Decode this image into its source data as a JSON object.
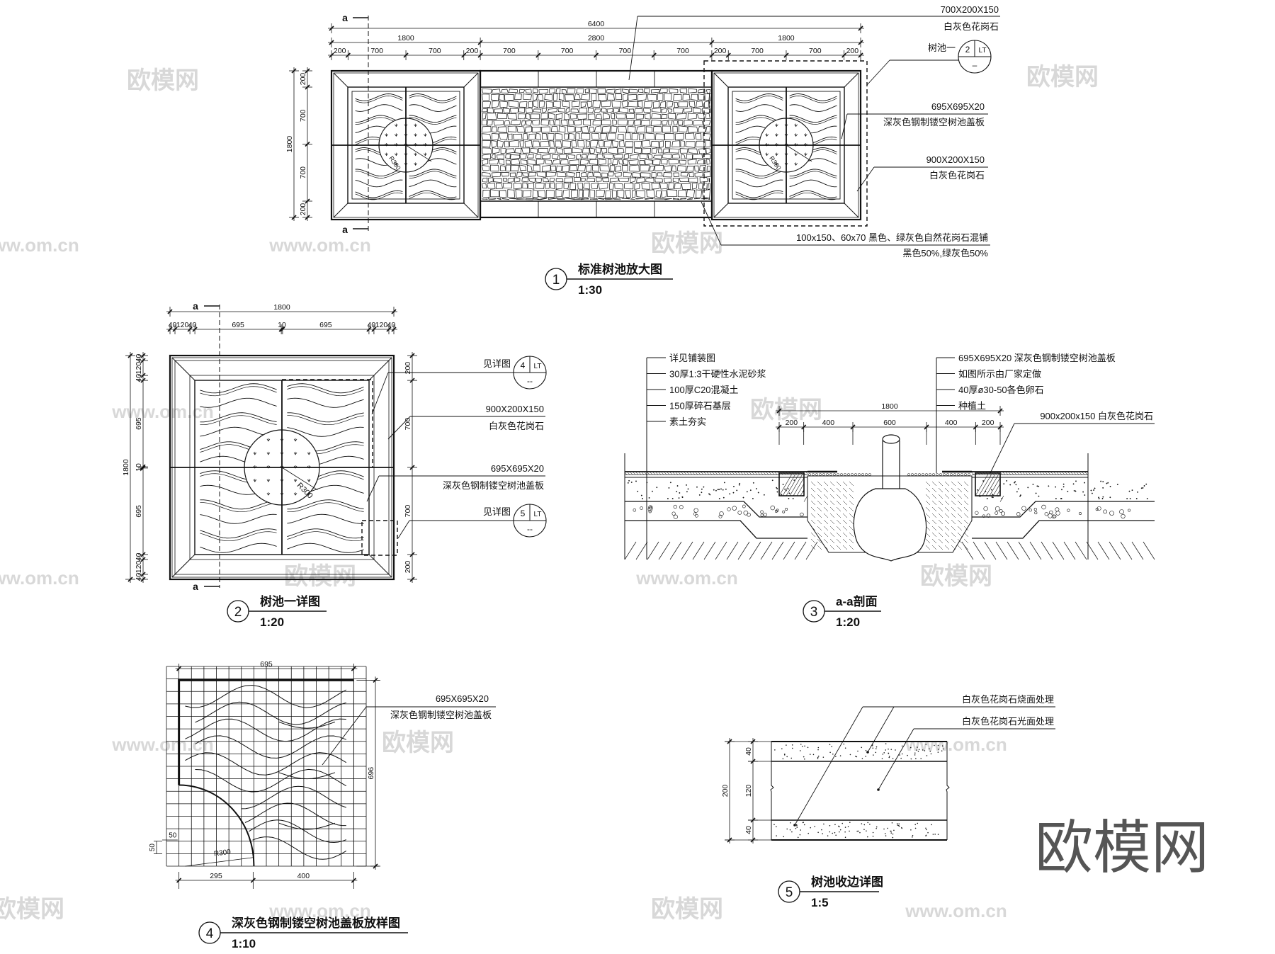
{
  "drawing_1": {
    "number": "1",
    "title": "标准树池放大图",
    "scale": "1:30",
    "section_mark": "a",
    "radius": "R300",
    "dims": {
      "overall": "6400",
      "mid": [
        "1800",
        "2800",
        "1800"
      ],
      "detail": [
        "200",
        "700",
        "700",
        "200",
        "700",
        "700",
        "700",
        "700",
        "200",
        "700",
        "700",
        "200"
      ],
      "left_overall": "1800",
      "left": [
        "200",
        "700",
        "700",
        "200"
      ]
    },
    "callouts": {
      "granite_top": {
        "size": "700X200X150",
        "material": "白灰色花岗石"
      },
      "ref": {
        "label": "树池一",
        "num": "2",
        "sheet": "LT",
        "sub": "–"
      },
      "cover": {
        "size": "695X695X20",
        "material": "深灰色钢制镂空树池盖板"
      },
      "granite_side": {
        "size": "900X200X150",
        "material": "白灰色花岗石"
      },
      "paving": {
        "line1": "100x150、60x70 黑色、绿灰色自然花岗石混铺",
        "line2": "黑色50%,绿灰色50%"
      }
    }
  },
  "drawing_2": {
    "number": "2",
    "title": "树池一详图",
    "scale": "1:20",
    "section_mark": "a",
    "radius": "R300",
    "dims": {
      "overall": "1800",
      "top": [
        "40",
        "120",
        "40",
        "695",
        "10",
        "695",
        "40",
        "120",
        "40"
      ],
      "left_overall": "1800",
      "left": [
        "40",
        "120",
        "40",
        "695",
        "10",
        "695",
        "40",
        "120",
        "40"
      ],
      "right": [
        "200",
        "700",
        "700",
        "200"
      ]
    },
    "callouts": {
      "ref_4": {
        "label": "见详图",
        "num": "4",
        "sheet": "LT",
        "sub": "--"
      },
      "granite": {
        "size": "900X200X150",
        "material": "白灰色花岗石"
      },
      "cover": {
        "size": "695X695X20",
        "material": "深灰色钢制镂空树池盖板"
      },
      "ref_5": {
        "label": "见详图",
        "num": "5",
        "sheet": "LT",
        "sub": "--"
      }
    }
  },
  "drawing_3": {
    "number": "3",
    "title": "a-a剖面",
    "scale": "1:20",
    "dims": {
      "overall": "1800",
      "parts": [
        "200",
        "400",
        "600",
        "400",
        "200"
      ]
    },
    "left_layers": [
      "详见铺装图",
      "30厚1:3干硬性水泥砂浆",
      "100厚C20混凝土",
      "150厚碎石基层",
      "素土夯实"
    ],
    "right_layers": [
      "695X695X20 深灰色钢制镂空树池盖板",
      "如图所示由厂家定做",
      "40厚ø30-50各色卵石",
      "种植土"
    ],
    "curb_label": "900x200x150 白灰色花岗石"
  },
  "drawing_4": {
    "number": "4",
    "title": "深灰色钢制镂空树池盖板放样图",
    "scale": "1:10",
    "dims": {
      "top": "695",
      "right": "696",
      "bottom": [
        "295",
        "400"
      ],
      "grid_h": "50",
      "grid_v": "50"
    },
    "radius": "R300",
    "callout": {
      "size": "695X695X20",
      "material": "深灰色钢制镂空树池盖板"
    }
  },
  "drawing_5": {
    "number": "5",
    "title": "树池收边详图",
    "scale": "1:5",
    "dims": {
      "overall": "200",
      "parts": [
        "40",
        "120",
        "40"
      ]
    },
    "callouts": [
      "白灰色花岗石烧面处理",
      "白灰色花岗石光面处理"
    ]
  },
  "watermark": {
    "brand": "欧模网",
    "site": "www.om.cn"
  },
  "colors": {
    "line": "#111111",
    "watermark": "#d8d8d8",
    "brand_watermark": "#555555"
  }
}
